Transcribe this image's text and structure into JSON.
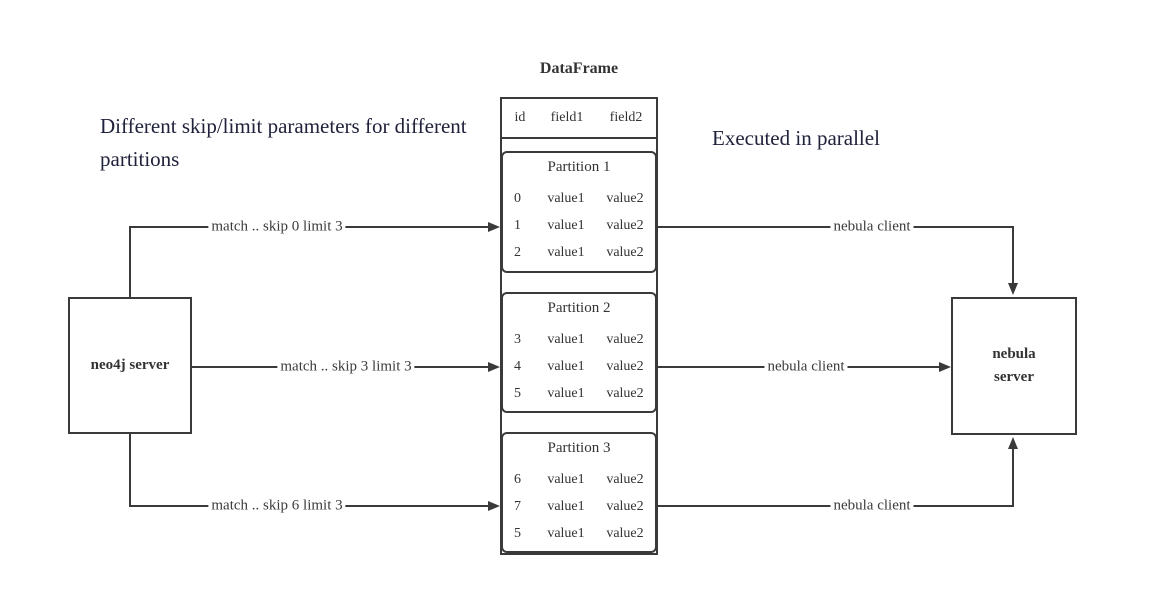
{
  "colors": {
    "line": "#3a3a3a",
    "text": "#333333",
    "annotation": "#20223b",
    "background": "#ffffff"
  },
  "annotations": {
    "left": "Different skip/limit parameters for different partitions",
    "right": "Executed in parallel"
  },
  "dataframe": {
    "title": "DataFrame",
    "header": {
      "col1": "id",
      "col2": "field1",
      "col3": "field2"
    },
    "partitions": [
      {
        "title": "Partition 1",
        "rows": [
          {
            "id": "0",
            "field1": "value1",
            "field2": "value2"
          },
          {
            "id": "1",
            "field1": "value1",
            "field2": "value2"
          },
          {
            "id": "2",
            "field1": "value1",
            "field2": "value2"
          }
        ]
      },
      {
        "title": "Partition 2",
        "rows": [
          {
            "id": "3",
            "field1": "value1",
            "field2": "value2"
          },
          {
            "id": "4",
            "field1": "value1",
            "field2": "value2"
          },
          {
            "id": "5",
            "field1": "value1",
            "field2": "value2"
          }
        ]
      },
      {
        "title": "Partition 3",
        "rows": [
          {
            "id": "6",
            "field1": "value1",
            "field2": "value2"
          },
          {
            "id": "7",
            "field1": "value1",
            "field2": "value2"
          },
          {
            "id": "5",
            "field1": "value1",
            "field2": "value2"
          }
        ]
      }
    ]
  },
  "nodes": {
    "neo4j": "neo4j server",
    "nebula": {
      "line1": "nebula",
      "line2": "server"
    }
  },
  "edges": {
    "left": [
      "match .. skip 0 limit 3",
      "match .. skip 3 limit 3",
      "match .. skip 6 limit 3"
    ],
    "right": [
      "nebula client",
      "nebula client",
      "nebula client"
    ]
  }
}
